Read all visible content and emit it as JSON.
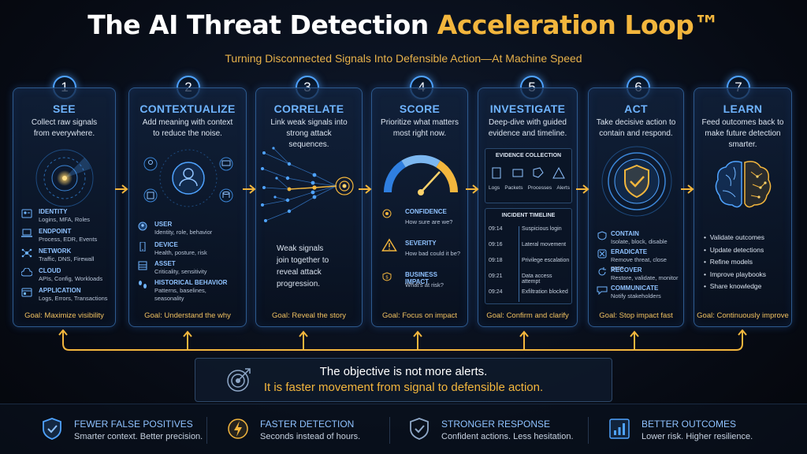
{
  "header": {
    "title_main": "The AI Threat Detection ",
    "title_accent": "Acceleration Loop™",
    "subtitle": "Turning Disconnected Signals Into Defensible Action—At Machine Speed"
  },
  "stages": [
    {
      "number": "1",
      "title": "SEE",
      "desc": "Collect raw signals from everywhere.",
      "items": [
        {
          "icon": "id-card-icon",
          "label": "IDENTITY",
          "detail": "Logins, MFA, Roles"
        },
        {
          "icon": "laptop-icon",
          "label": "ENDPOINT",
          "detail": "Process, EDR, Events"
        },
        {
          "icon": "network-icon",
          "label": "NETWORK",
          "detail": "Traffic, DNS, Firewall"
        },
        {
          "icon": "cloud-icon",
          "label": "CLOUD",
          "detail": "APIs, Config, Workloads"
        },
        {
          "icon": "app-window-icon",
          "label": "APPLICATION",
          "detail": "Logs, Errors, Transactions"
        }
      ],
      "goal": "Goal: Maximize visibility"
    },
    {
      "number": "2",
      "title": "CONTEXTUALIZE",
      "desc": "Add meaning with context to reduce the noise.",
      "items": [
        {
          "icon": "user-icon",
          "label": "USER",
          "detail": "Identity, role, behavior"
        },
        {
          "icon": "device-icon",
          "label": "DEVICE",
          "detail": "Health, posture, risk"
        },
        {
          "icon": "asset-icon",
          "label": "ASSET",
          "detail": "Criticality, sensitivity"
        },
        {
          "icon": "footprints-icon",
          "label": "HISTORICAL BEHAVIOR",
          "detail": "Patterns, baselines, seasonality"
        }
      ],
      "goal": "Goal: Understand the why"
    },
    {
      "number": "3",
      "title": "CORRELATE",
      "desc": "Link weak signals into strong attack sequences.",
      "body": "Weak signals join together to reveal attack progression.",
      "goal": "Goal: Reveal the story"
    },
    {
      "number": "4",
      "title": "SCORE",
      "desc": "Prioritize what matters most right now.",
      "items": [
        {
          "icon": "target-icon",
          "label": "CONFIDENCE",
          "detail": "How sure are we?"
        },
        {
          "icon": "warning-icon",
          "label": "SEVERITY",
          "detail": "How bad could it be?"
        },
        {
          "icon": "shield-dollar-icon",
          "label": "BUSINESS IMPACT",
          "detail": "What's at risk?"
        }
      ],
      "goal": "Goal: Focus on impact"
    },
    {
      "number": "5",
      "title": "INVESTIGATE",
      "desc": "Deep-dive with guided evidence and timeline.",
      "evidence_title": "EVIDENCE COLLECTION",
      "evidence": [
        "Logs",
        "Packets",
        "Processes",
        "Alerts"
      ],
      "timeline_title": "INCIDENT TIMELINE",
      "timeline": [
        {
          "time": "09:14",
          "event": "Suspicious login"
        },
        {
          "time": "09:16",
          "event": "Lateral movement"
        },
        {
          "time": "09:18",
          "event": "Privilege escalation"
        },
        {
          "time": "09:21",
          "event": "Data access attempt"
        },
        {
          "time": "09:24",
          "event": "Exfiltration blocked"
        }
      ],
      "goal": "Goal: Confirm and clarify"
    },
    {
      "number": "6",
      "title": "ACT",
      "desc": "Take decisive action to contain and respond.",
      "items": [
        {
          "icon": "contain-icon",
          "label": "CONTAIN",
          "detail": "Isolate, block, disable"
        },
        {
          "icon": "eradicate-icon",
          "label": "ERADICATE",
          "detail": "Remove threat, close gaps"
        },
        {
          "icon": "recover-icon",
          "label": "RECOVER",
          "detail": "Restore, validate, monitor"
        },
        {
          "icon": "communicate-icon",
          "label": "COMMUNICATE",
          "detail": "Notify stakeholders"
        }
      ],
      "goal": "Goal: Stop impact fast"
    },
    {
      "number": "7",
      "title": "LEARN",
      "desc": "Feed outcomes back to make future detection smarter.",
      "bullets": [
        "Validate outcomes",
        "Update detections",
        "Refine models",
        "Improve playbooks",
        "Share knowledge"
      ],
      "goal": "Goal: Continuously improve"
    }
  ],
  "objective": {
    "line1": "The objective is not more alerts.",
    "line2": "It is faster movement from signal to defensible action."
  },
  "benefits": [
    {
      "icon": "shield-check-icon",
      "title": "FEWER FALSE POSITIVES",
      "desc": "Smarter context. Better precision."
    },
    {
      "icon": "lightning-icon",
      "title": "FASTER DETECTION",
      "desc": "Seconds instead of hours."
    },
    {
      "icon": "shield-tick-icon",
      "title": "STRONGER RESPONSE",
      "desc": "Confident actions. Less hesitation."
    },
    {
      "icon": "bar-chart-icon",
      "title": "BETTER OUTCOMES",
      "desc": "Lower risk. Higher resilience."
    }
  ],
  "colors": {
    "accent_blue": "#4fa3ff",
    "accent_gold": "#f3b63d",
    "background": "#070b14"
  }
}
